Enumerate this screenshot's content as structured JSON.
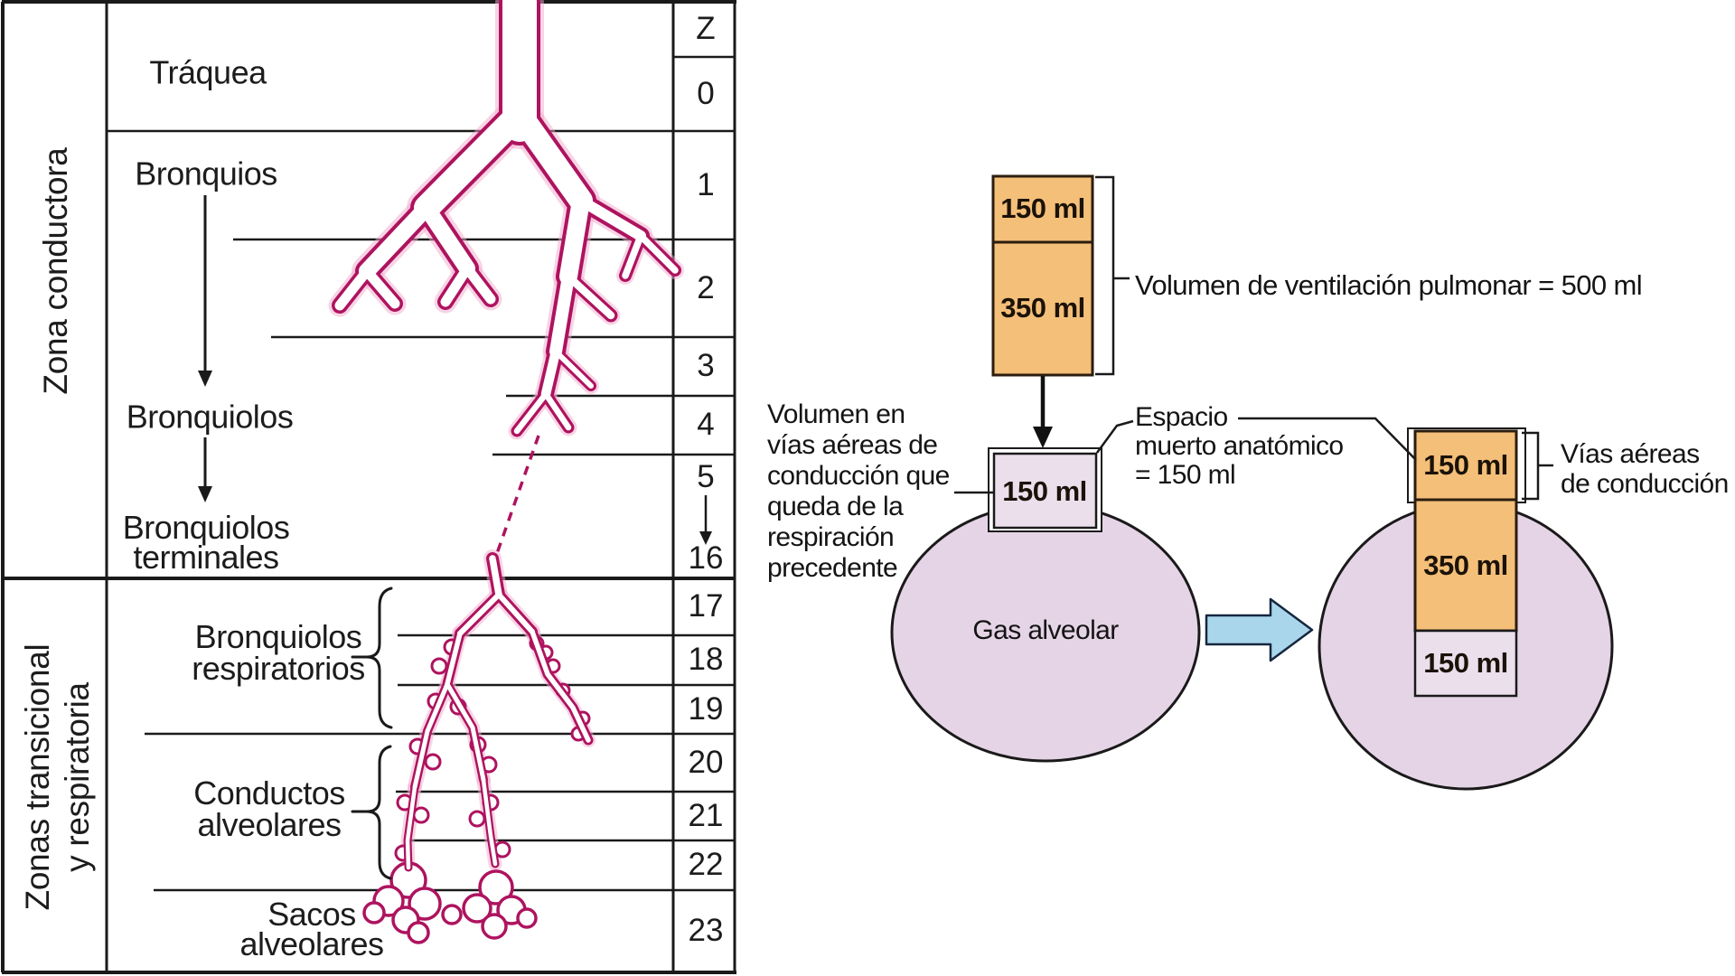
{
  "left_panel": {
    "zone1_label": "Zona conductora",
    "zone2_label_line1": "Zonas transicional",
    "zone2_label_line2": "y respiratoria",
    "labels": {
      "traquea": "Tráquea",
      "bronquios": "Bronquios",
      "bronquiolos": "Bronquiolos",
      "bronquiolos_terminales_1": "Bronquiolos",
      "bronquiolos_terminales_2": "terminales",
      "bronquiolos_respiratorios_1": "Bronquiolos",
      "bronquiolos_respiratorios_2": "respiratorios",
      "conductos_alveolares_1": "Conductos",
      "conductos_alveolares_2": "alveolares",
      "sacos_alveolares_1": "Sacos",
      "sacos_alveolares_2": "alveolares"
    },
    "z_column": {
      "header": "Z",
      "values": [
        "0",
        "1",
        "2",
        "3",
        "4",
        "5",
        "16",
        "17",
        "18",
        "19",
        "20",
        "21",
        "22",
        "23"
      ]
    }
  },
  "right_panel": {
    "tidal_stack": {
      "top": "150 ml",
      "bottom": "350 ml"
    },
    "tidal_label": "Volumen de ventilación pulmonar = 500 ml",
    "dead_space_box": "150 ml",
    "dead_space_label_1": "Espacio",
    "dead_space_label_2": "muerto anatómico",
    "dead_space_label_3": "= 150 ml",
    "left_text": [
      "Volumen en",
      "vías aéreas de",
      "conducción que",
      "queda de la",
      "respiración",
      "precedente"
    ],
    "gas_alveolar": "Gas alveolar",
    "right_stack": {
      "top": "150 ml",
      "middle": "350 ml",
      "bottom": "150 ml"
    },
    "conduction_label_1": "Vías aéreas",
    "conduction_label_2": "de conducción"
  },
  "colors": {
    "orange_fill": "#F4BF79",
    "lavender_fill": "#E5D4E6",
    "lavender_light": "#EBDFEC",
    "blue_arrow": "#A9D6EA",
    "tree_stroke": "#AE135F",
    "tree_glow": "#F2A9CC",
    "line": "#1A1A1A"
  }
}
